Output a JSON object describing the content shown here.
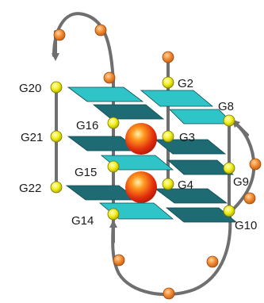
{
  "labels": {
    "g2": "G2",
    "g3": "G3",
    "g4": "G4",
    "g8": "G8",
    "g9": "G9",
    "g10": "G10",
    "g14": "G14",
    "g15": "G15",
    "g16": "G16",
    "g20": "G20",
    "g21": "G21",
    "g22": "G22"
  },
  "colors": {
    "plate_light": "#2ec4c8",
    "plate_dark": "#1f6b73",
    "backbone": "#6f6f6f",
    "guanine_node": "#f2f01e",
    "loop_node": "#f08a32",
    "cation": "#e8280e"
  }
}
